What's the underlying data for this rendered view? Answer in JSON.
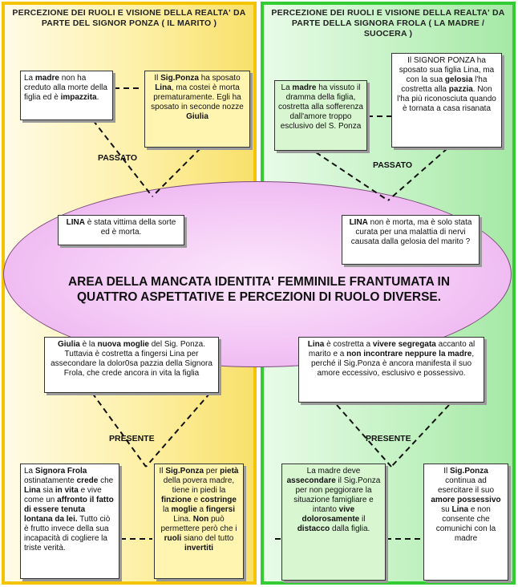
{
  "left_panel": {
    "title": "PERCEZIONE DEI RUOLI E VISIONE DELLA REALTA' DA PARTE DEL SIGNOR PONZA ( IL MARITO )",
    "passato_label": "PASSATO",
    "presente_label": "PRESENTE",
    "boxes": {
      "madre_impazzita": "La <b>madre</b> non ha creduto alla morte della figlia ed è <b>impazzita</b>.",
      "ponza_sposato": "Il <b>Sig.Ponza</b> ha sposato <b>Lina</b>, ma costei è morta prematuramente. Egli ha sposato in seconde nozze <b>Giulia</b>",
      "lina_vittima": "<b>LINA</b>  è stata vittima della sorte ed è morta.",
      "giulia_moglie": "<b>Giulia</b> è la <b>nuova moglie</b> del Sig. Ponza. Tuttavia è costretta a fingersi Lina per assecondare la dolor0sa pazzia della Signora Frola, che crede ancora in vita la figlia",
      "frola_crede": "La <b>Signora Frola</b> ostinatamente <b>crede</b> che <b>Lina</b> sia <b>in vita</b> e vive come un <b>affronto il fatto di essere tenuta lontana da lei.</b> Tutto ciò è frutto invece della sua incapacità di cogliere la triste verità.",
      "ponza_pieta": "Il <b>Sig.Ponza</b> per <b>pietà</b> della povera madre, tiene in piedi la <b>finzione</b> e <b>costringe</b> la <b>moglie</b> a <b>fingersi</b> Lina. <b>Non</b> può permettere però che i <b>ruoli</b> siano del tutto <b>invertiti</b>"
    }
  },
  "right_panel": {
    "title": "PERCEZIONE DEI RUOLI E VISIONE DELLA REALTA' DA PARTE DELLA SIGNORA FROLA ( LA MADRE / SUOCERA )",
    "passato_label": "PASSATO",
    "presente_label": "PRESENTE",
    "boxes": {
      "madre_dramma": "La <b>madre</b> ha  vissuto il dramma della figlia, costretta alla sofferenza dall'amore troppo esclusivo del S. Ponza",
      "ponza_gelosia": "Il SIGNOR PONZA ha sposato sua figlia Lina, ma con la sua <b>gelosia</b> l'ha costretta alla <b>pazzia</b>. Non l'ha più riconosciuta quando è tornata a casa risanata",
      "lina_non_morta": "<b>LINA</b> non è morta, ma è solo stata curata per una malattia di nervi causata dalla gelosia del marito ?",
      "lina_segregata": "<b>Lina</b> è costretta a <b>vivere segregata</b> accanto al marito e a <b>non incontrare neppure la madre</b>, perché il Sig.Ponza è ancora manifesta il suo amore eccessivo, esclusivo e possessivo.",
      "madre_assecondare": "La madre deve <b>assecondare</b> il Sig.Ponza per non peggiorare la situazione famigliare e intanto  <b>vive dolorosamente</b> il <b>distacco</b> dalla figlia.",
      "ponza_possessivo": "Il <b>Sig.Ponza</b> continua ad esercitare il suo <b>amore possessivo</b> su <b>Lina</b> e non consente che comunichi con la madre"
    }
  },
  "center": {
    "title": "AREA DELLA MANCATA IDENTITA' FEMMINILE FRANTUMATA IN QUATTRO ASPETTATIVE E PERCEZIONI DI RUOLO DIVERSE."
  },
  "colors": {
    "left_border": "#f5c400",
    "right_border": "#33cc33",
    "ellipse": "#f3c6f5"
  }
}
